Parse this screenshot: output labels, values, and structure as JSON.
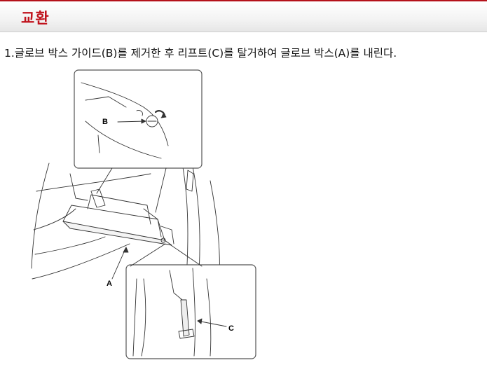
{
  "header": {
    "title": "교환",
    "accent_color": "#c0121c"
  },
  "step": {
    "text": "1.글로브 박스 가이드(B)를 제거한 후 리프트(C)를 탈거하여 글로브 박스(A)를 내린다."
  },
  "figure": {
    "callouts": {
      "b": "B",
      "a": "A",
      "c": "C"
    }
  }
}
